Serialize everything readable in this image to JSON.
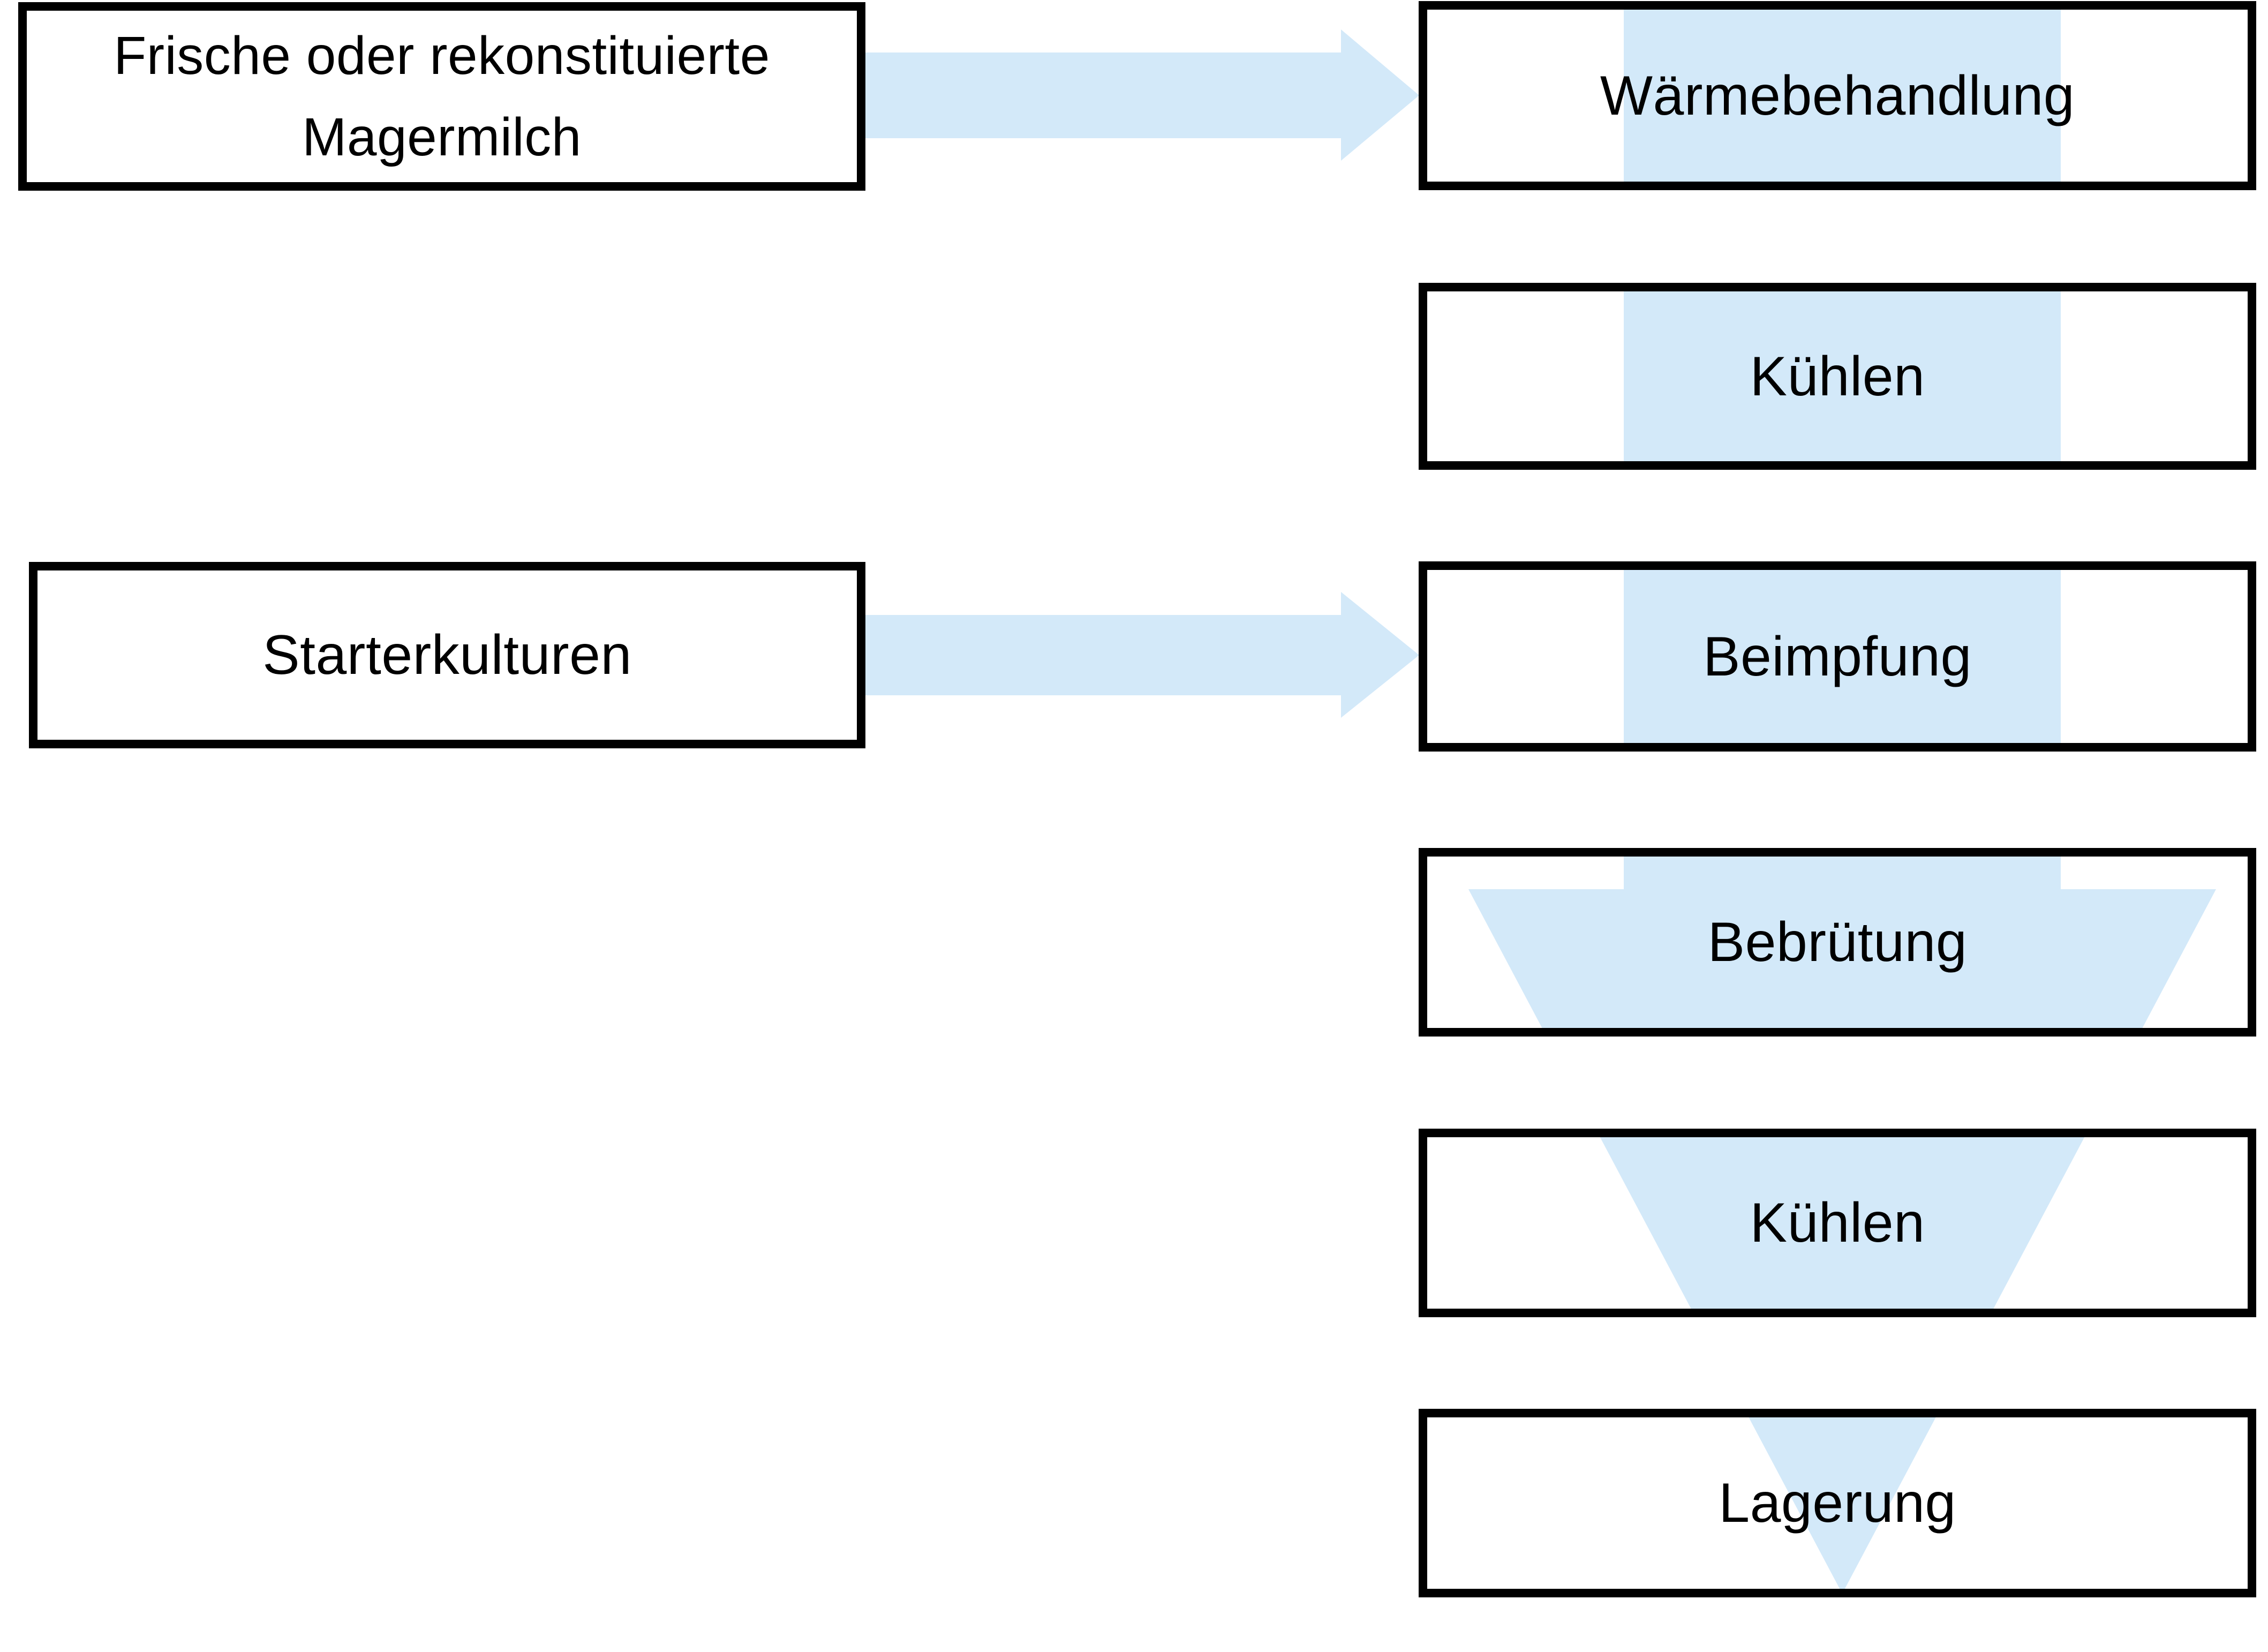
{
  "colors": {
    "arrow_blue": "#d3e9f9",
    "border_black": "#000000",
    "text_black": "#000000",
    "background": "#ffffff"
  },
  "flowchart": {
    "inputs": [
      {
        "label": "Frische oder rekonstituierte Magermilch"
      },
      {
        "label": "Starterkulturen"
      }
    ],
    "steps": [
      {
        "label": "Wärmebehandlung"
      },
      {
        "label": "Kühlen"
      },
      {
        "label": "Beimpfung"
      },
      {
        "label": "Bebrütung"
      },
      {
        "label": "Kühlen"
      },
      {
        "label": "Lagerung"
      }
    ],
    "connections": [
      {
        "from": "Frische oder rekonstituierte Magermilch",
        "to": "Wärmebehandlung",
        "arrow": "right"
      },
      {
        "from": "Starterkulturen",
        "to": "Beimpfung",
        "arrow": "right"
      },
      {
        "from": "Wärmebehandlung",
        "to": "Lagerung",
        "arrow": "down-through-all-steps"
      }
    ]
  }
}
